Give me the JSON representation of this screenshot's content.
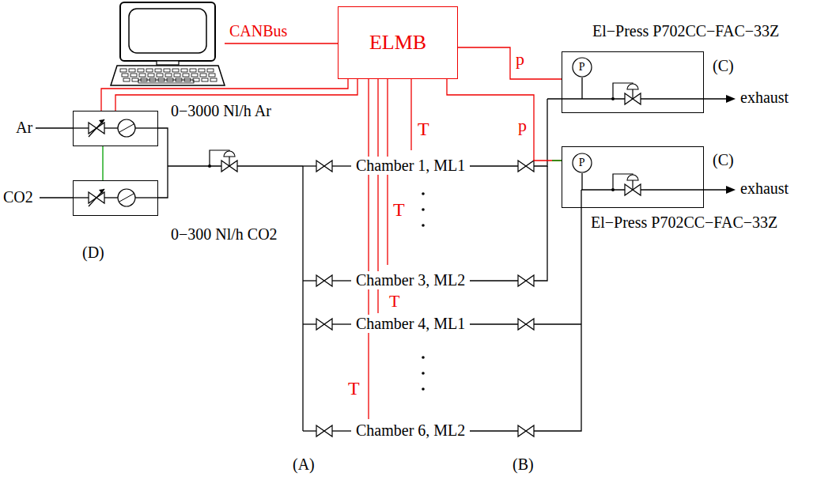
{
  "diagram": {
    "nodes": [
      {
        "text": [
          "ELMB"
        ]
      },
      {
        "text": [
          "0−3000 Nl/h Ar"
        ]
      },
      {
        "text": [
          "0−300 Nl/h CO2"
        ]
      },
      {
        "text": [
          "El−Press P702CC−FAC−33Z",
          "(C)"
        ]
      },
      {
        "text": [
          "P"
        ],
        "in": 3
      },
      {
        "text": [
          "(C)",
          "El−Press P702CC−FAC−33Z"
        ]
      },
      {
        "text": [
          "P"
        ],
        "in": 5
      }
    ],
    "edges": [
      {
        "from": 0,
        "to": 3,
        "label": "p",
        "arrow": "none"
      },
      {
        "from": 0,
        "to": 5,
        "label": "p",
        "arrow": "none"
      },
      {
        "from": 0,
        "to": 1,
        "arrow": "none"
      },
      {
        "from": 0,
        "to": 1,
        "arrow": "none"
      },
      {
        "from": 1,
        "to": 2,
        "arrow": "none"
      }
    ],
    "labels": [
      "CANBus",
      "Ar",
      "CO2",
      "(D)",
      "T",
      "Chamber 1, ML1",
      "T",
      "Chamber 3, ML2",
      "T",
      "Chamber 4, ML1",
      "T",
      "Chamber 6, ML2",
      "exhaust",
      "exhaust",
      "(A)",
      "(B)"
    ]
  }
}
